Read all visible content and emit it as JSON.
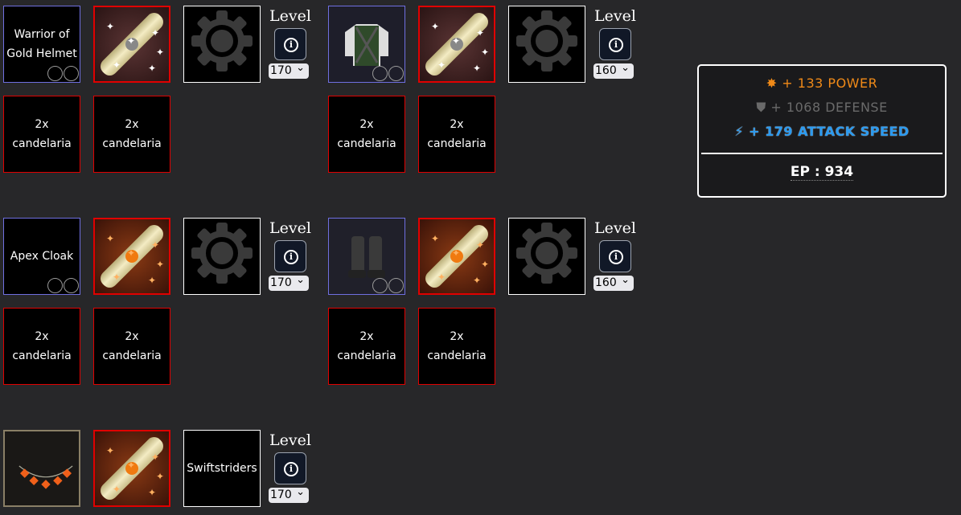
{
  "level_label": "Level",
  "blocks": [
    {
      "item": {
        "text": "Warrior of Gold Helmet",
        "image": null
      },
      "scroll": "white",
      "gear": "gear-icon",
      "level": "170",
      "gems": [
        "2x candelaria",
        "2x candelaria"
      ]
    },
    {
      "item": {
        "text": null,
        "image": "chestplate"
      },
      "scroll": "white",
      "gear": "gear-icon",
      "level": "160",
      "gems": [
        "2x candelaria",
        "2x candelaria"
      ]
    },
    {
      "item": {
        "text": "Apex Cloak",
        "image": null
      },
      "scroll": "orange",
      "gear": "gear-icon",
      "level": "170",
      "gems": [
        "2x candelaria",
        "2x candelaria"
      ]
    },
    {
      "item": {
        "text": null,
        "image": "boots"
      },
      "scroll": "orange",
      "gear": "gear-icon",
      "level": "160",
      "gems": [
        "2x candelaria",
        "2x candelaria"
      ]
    },
    {
      "item": {
        "text": null,
        "image": "necklace"
      },
      "scroll": "orange",
      "gear_text": "Swiftstriders",
      "level": "170",
      "gems": []
    }
  ],
  "stats": {
    "power": "+ 133 POWER",
    "defense": "+ 1068 DEFENSE",
    "attack_speed": "+ 179 ATTACK SPEED",
    "ep": "EP : 934",
    "colors": {
      "power": "#f08a18",
      "defense": "#6a6a6a",
      "attack_speed": "#2a9af0"
    }
  }
}
